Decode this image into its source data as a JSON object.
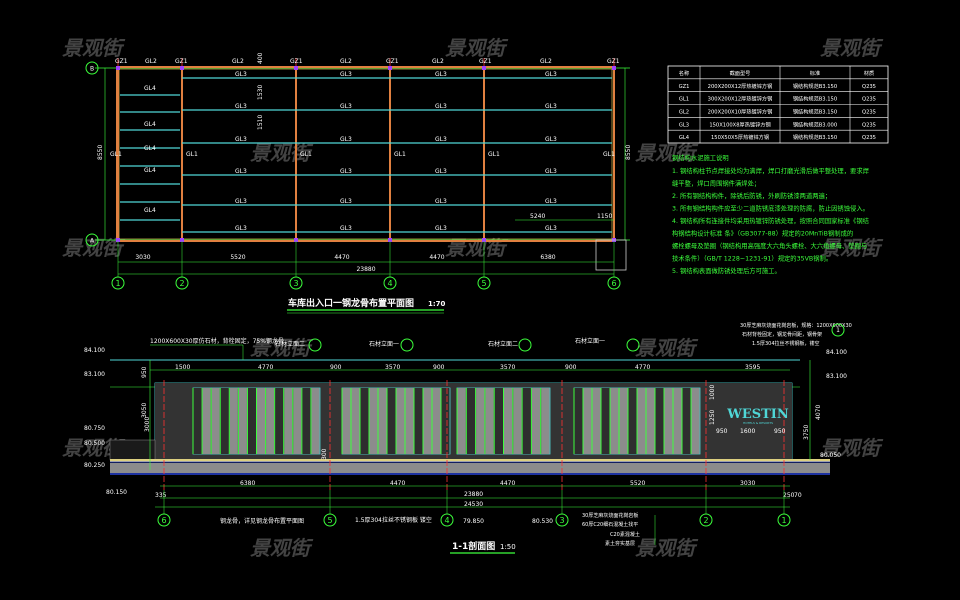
{
  "watermark": "景观街",
  "plan": {
    "title": "车库出入口一钢龙骨布置平面图",
    "scale": "1:70",
    "axis_rows": [
      "B",
      "A"
    ],
    "axis_cols": [
      "1",
      "2",
      "3",
      "4",
      "5",
      "6"
    ],
    "top_labels": [
      "GZ1",
      "GL2",
      "GZ1",
      "GL2",
      "GZ1",
      "GL2",
      "GZ1",
      "GL2",
      "GZ1",
      "GL2",
      "GZ1"
    ],
    "beam_label_gl3": "GL3",
    "beam_label_gl4": "GL4",
    "beam_label_gl1": "GL1",
    "dim_400": "400",
    "dim_1510": "1510",
    "dim_1530": "1530",
    "dim_8550": "8550",
    "dim_5240": "5240",
    "dim_1150": "1150",
    "bottom_dims": [
      "3030",
      "5520",
      "4470",
      "4470",
      "6380"
    ],
    "total_dim": "23880"
  },
  "table": {
    "headers": [
      "名称",
      "截面型号",
      "标准",
      "材质"
    ],
    "rows": [
      [
        "GZ1",
        "200X200X12厚热镀锌方钢",
        "钢结构规范B3.150",
        "Q235"
      ],
      [
        "GL1",
        "300X200X12厚热镀锌方钢",
        "钢结构规范B3.150",
        "Q235"
      ],
      [
        "GL2",
        "200X200X10厚热镀锌方钢",
        "钢结构规范B3.150",
        "Q235"
      ],
      [
        "GL3",
        "150X100X8厚热镀锌方钢",
        "钢结构规范B3.000",
        "Q235"
      ],
      [
        "GL4",
        "150X50X5厚热镀锌方钢",
        "钢结构规范B3.150",
        "Q235"
      ]
    ]
  },
  "notes": {
    "title": "钢结构水泥施工说明",
    "lines": [
      "1. 钢结构柱节点焊接处均为满焊，焊口打磨光滑后做平整处理，要求焊",
      "缝平整，焊口周围钢件满焊处；",
      "2. 所有钢结构构件，除锈后防锈，外刷防锈漆两道两遍；",
      "3. 所有钢结构构件应至少二道防锈底漆处理的防腐，防止因锈蚀侵入。",
      "4. 钢结构所有连接件均采用热镀锌防锈处理，按照合同国家标准《钢结",
      "构钢结构设计标准 条》（GB3077-88）规定的20MnTiB钢制成的",
      "螺栓螺母及垫圈（钢结构用高强度大六角头螺栓、大六角螺母、垫圈与",
      "技术条件）（GB/T 1228~1231-91）规定的35VB钢制。",
      "5. 钢结构表面做防锈处理后方可施工。"
    ]
  },
  "section": {
    "title": "1-1剖面图",
    "scale": "1:50",
    "top_note": "1200X600X30厚仿石材，背栓固定，75%钢龙骨",
    "callout_a": "石材立面一",
    "callout_b": "石材立面二",
    "right_note_1": "30厚芝麻灰烧面花岗岩板，规格：1200X600X30",
    "right_note_2": "石材背栓固定，钢龙骨间距，钢骨架",
    "right_note_3": "1.5厚304拉丝不锈钢板，镂空",
    "logo_text": "WESTIN",
    "logo_sub": "HOTELS & RESORTS",
    "levels_left": [
      "84.100",
      "83.100",
      "80.750",
      "80.500",
      "80.250",
      "80.150"
    ],
    "levels_right": [
      "84.100",
      "83.100",
      "80.050"
    ],
    "top_dims": [
      "1500",
      "4770",
      "900",
      "3570",
      "900",
      "3570",
      "900",
      "4770",
      "3595"
    ],
    "vert_dims": [
      "950",
      "3050",
      "3000",
      "300",
      "1000",
      "1250",
      "3750",
      "4070"
    ],
    "logo_dims": [
      "950",
      "1600",
      "950"
    ],
    "bottom_dims": [
      "6380",
      "4470",
      "4470",
      "5520",
      "3030"
    ],
    "total_dims": [
      "23880",
      "24530"
    ],
    "small_dims": [
      "335",
      "250",
      "70"
    ],
    "bottom_levels": [
      "79.850",
      "80.530"
    ],
    "grid_cols": [
      "6",
      "5",
      "4",
      "3",
      "2",
      "1"
    ],
    "bottom_note_1": "钢龙骨，详见钢龙骨布置平面图",
    "bottom_note_2": "1.5厚304拉丝不锈钢板 镂空",
    "layers": [
      "30厚芝麻灰烧面花岗岩板",
      "60厚C20细石混凝土找平",
      "C20素混凝土",
      "素土夯实基层"
    ]
  },
  "colors": {
    "background": "#000000",
    "dim_green": "#3cff3c",
    "cyan": "#4fd6d6",
    "red": "#ff3030",
    "orange": "#e08040",
    "gray_panel": "#8c8c8c",
    "blue_ground": "#3050ff"
  }
}
